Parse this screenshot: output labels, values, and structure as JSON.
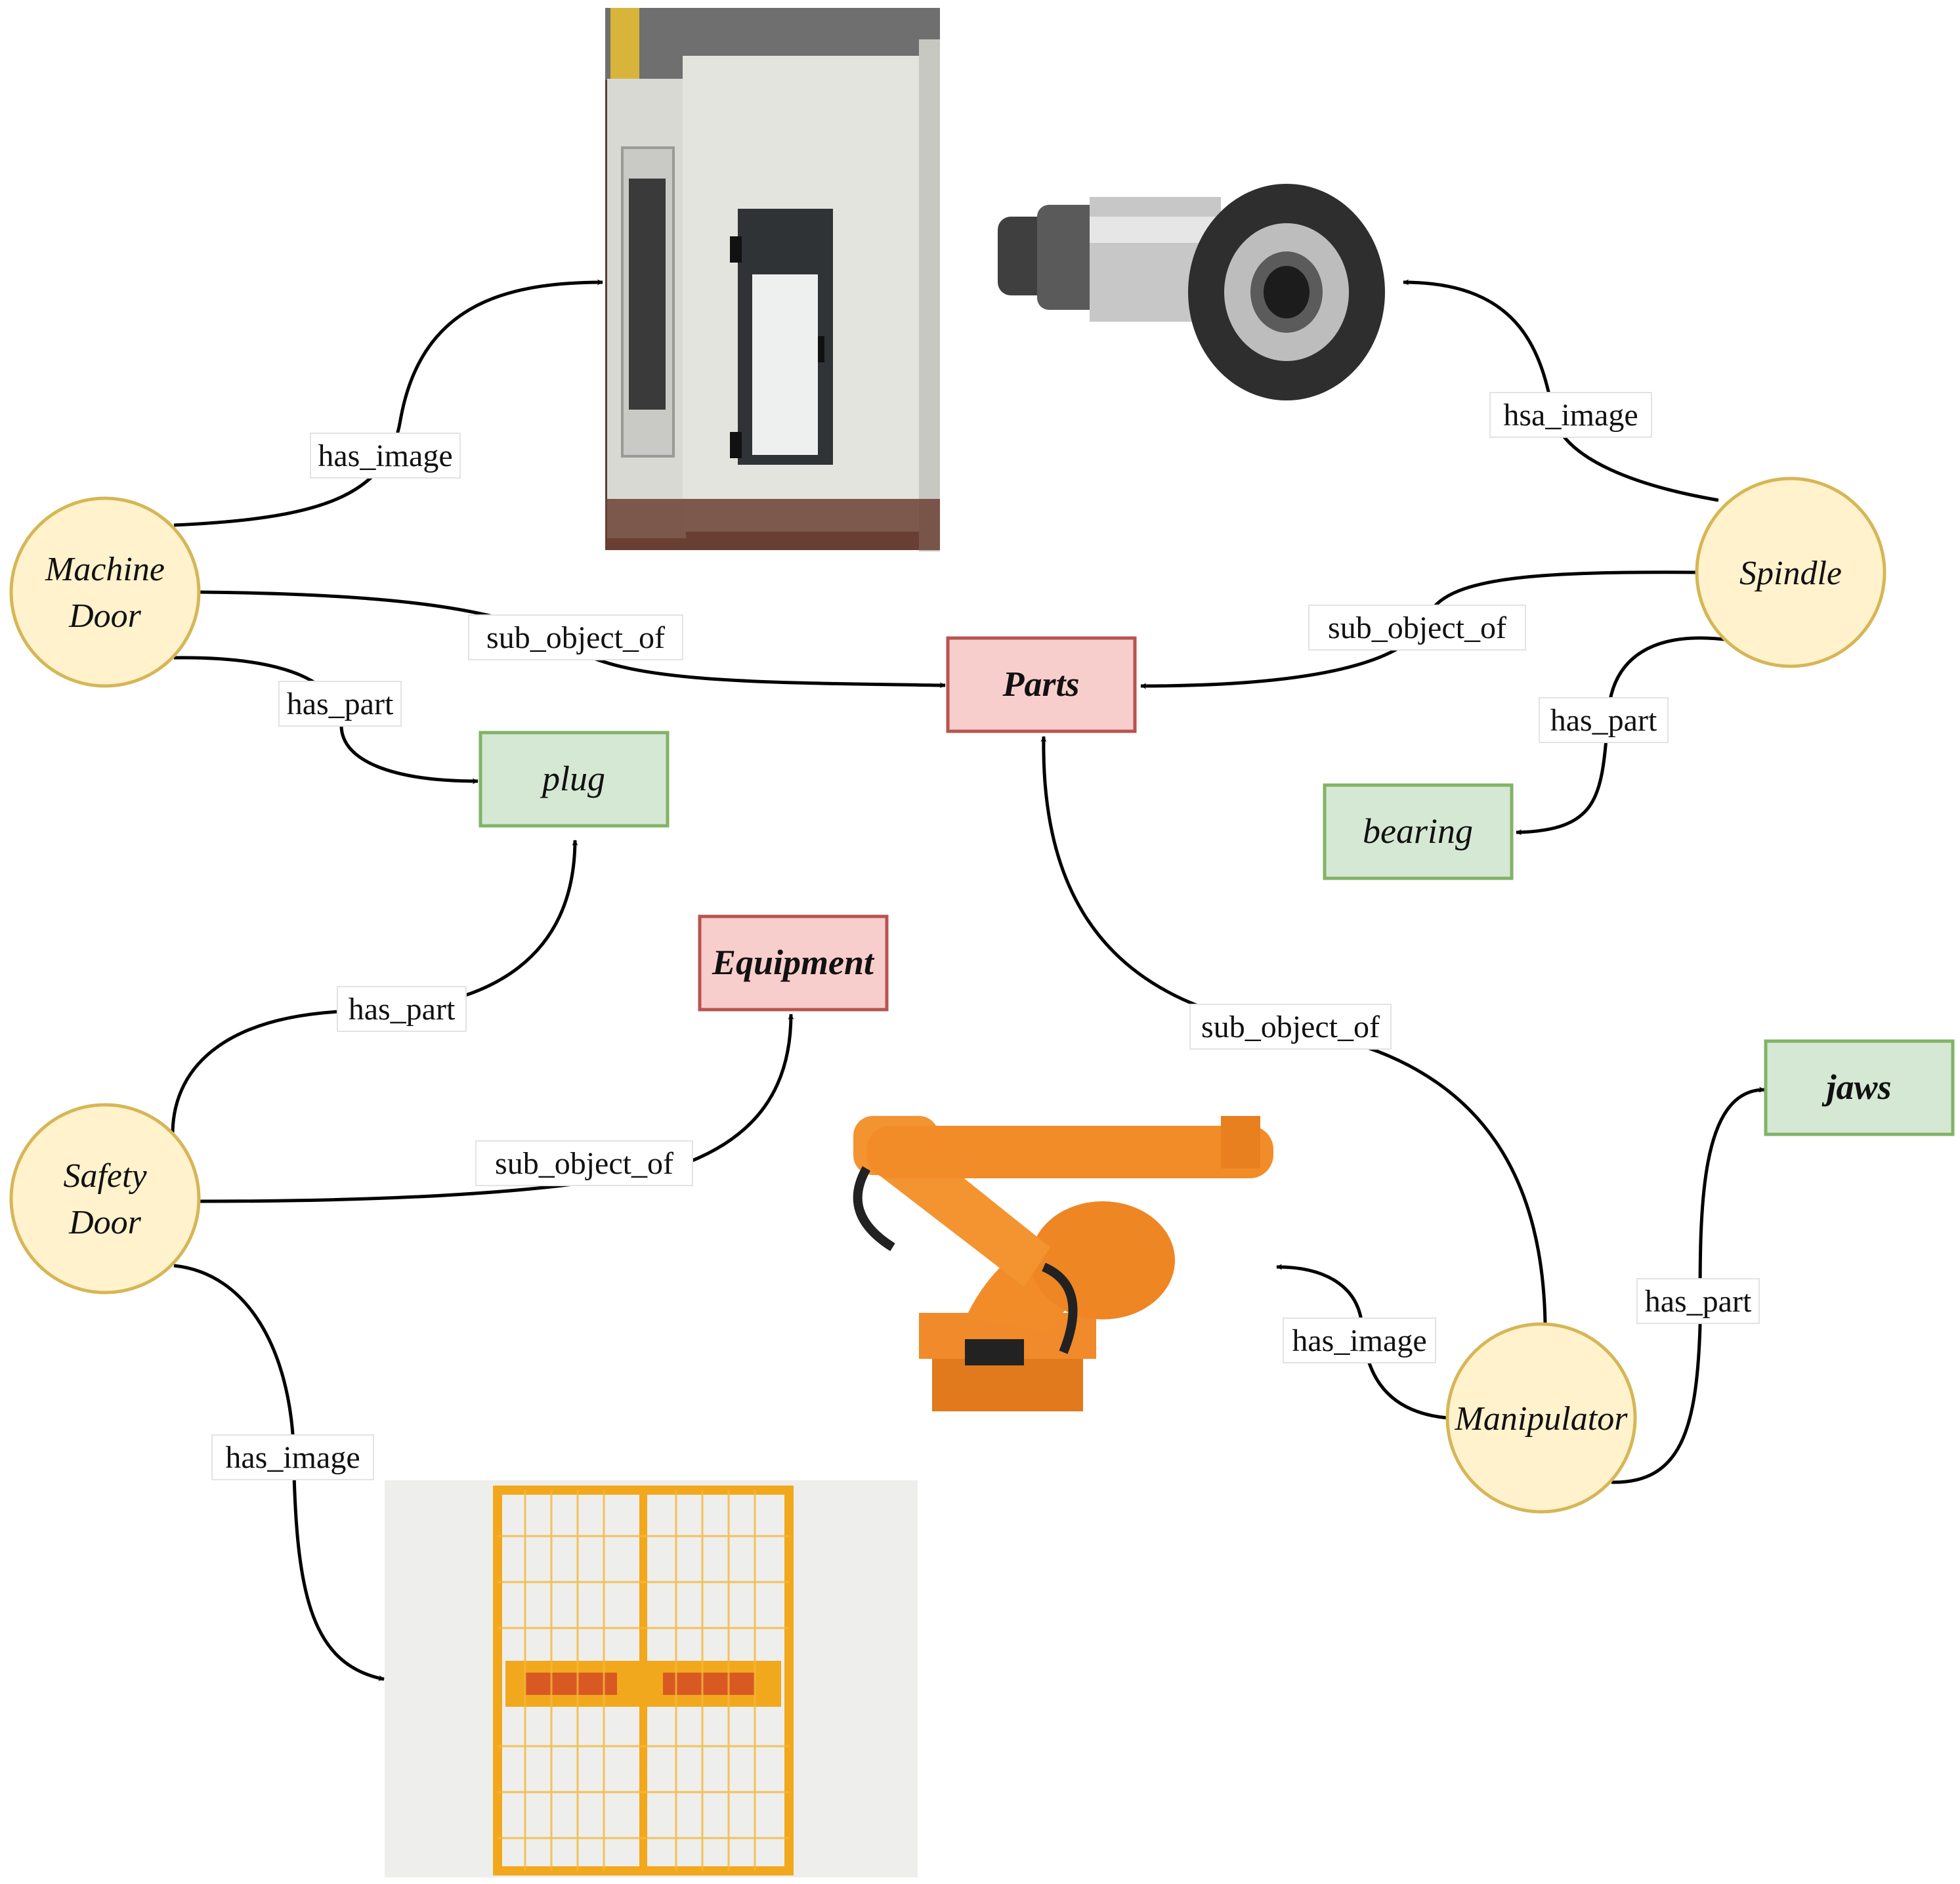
{
  "entities": {
    "machine_door": [
      "Machine",
      "Door"
    ],
    "spindle": "Spindle",
    "safety_door": [
      "Safety",
      "Door"
    ],
    "manipulator": "Manipulator"
  },
  "classes": {
    "parts": "Parts",
    "plug": "plug",
    "bearing": "bearing",
    "equipment": "Equipment",
    "jaws": "jaws"
  },
  "relations": {
    "md_has_image": "has_image",
    "md_sub_object_of": "sub_object_of",
    "md_has_part": "has_part",
    "sp_hsa_image": "hsa_image",
    "sp_sub_object_of": "sub_object_of",
    "sp_has_part": "has_part",
    "sd_has_part": "has_part",
    "sd_sub_object_of": "sub_object_of",
    "sd_has_image": "has_image",
    "mp_sub_object_of": "sub_object_of",
    "mp_has_image": "has_image",
    "mp_has_part": "has_part"
  },
  "colors": {
    "entity_fill": "#fff2cc",
    "entity_stroke": "#d6b656",
    "red_fill": "#f8cecc",
    "red_stroke": "#b85450",
    "green_fill": "#d5e8d4",
    "green_stroke": "#82b366"
  }
}
